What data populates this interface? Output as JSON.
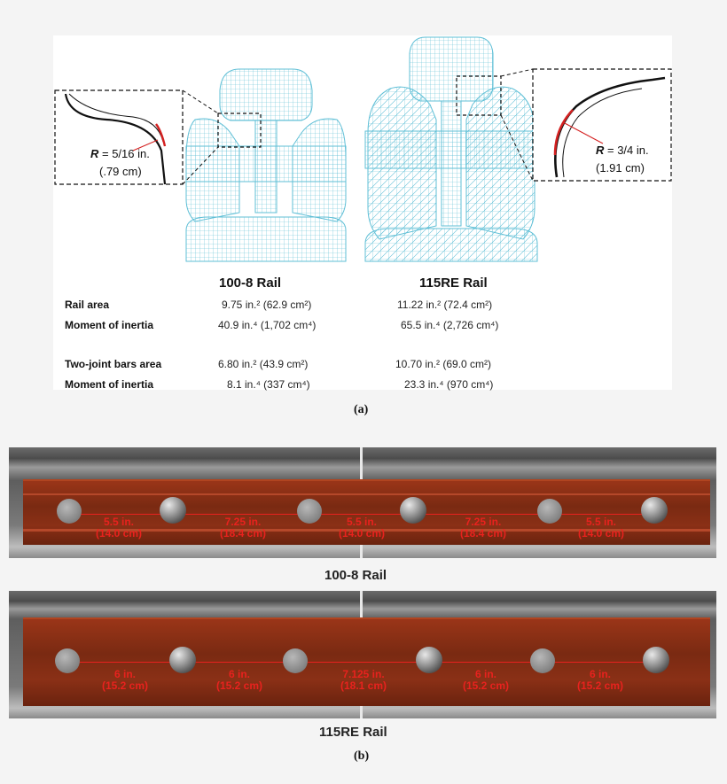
{
  "panel_a": {
    "rail_100_8": {
      "title": "100-8 Rail",
      "radius_label_prefix": "R",
      "radius_label_value": " = 5/16 in.",
      "radius_metric": "(.79 cm)",
      "rail_area": "9.75 in.² (62.9 cm²)",
      "moment_rail": "40.9 in.⁴ (1,702 cm⁴)",
      "bars_area": "6.80 in.² (43.9 cm²)",
      "moment_bars": "8.1 in.⁴ (337 cm⁴)"
    },
    "rail_115re": {
      "title": "115RE Rail",
      "radius_label_prefix": "R",
      "radius_label_value": " = 3/4 in.",
      "radius_metric": "(1.91 cm)",
      "rail_area": "11.22 in.² (72.4 cm²)",
      "moment_rail": "65.5 in.⁴ (2,726 cm⁴)",
      "bars_area": "10.70 in.² (69.0 cm²)",
      "moment_bars": "23.3 in.⁴ (970 cm⁴)"
    },
    "labels": {
      "rail_area": "Rail area",
      "moment_of_inertia": "Moment of inertia",
      "two_joint_bars_area": "Two-joint bars area",
      "moment_of_inertia_2": "Moment of inertia"
    },
    "caption": "(a)"
  },
  "panel_b": {
    "rail_100_8": {
      "name": "100-8 Rail",
      "spacings": [
        {
          "in": "5.5 in.",
          "cm": "(14.0 cm)"
        },
        {
          "in": "7.25 in.",
          "cm": "(18.4 cm)"
        },
        {
          "in": "5.5 in.",
          "cm": "(14.0 cm)"
        },
        {
          "in": "7.25 in.",
          "cm": "(18.4 cm)"
        },
        {
          "in": "5.5 in.",
          "cm": "(14.0 cm)"
        }
      ]
    },
    "rail_115re": {
      "name": "115RE Rail",
      "spacings": [
        {
          "in": "6 in.",
          "cm": "(15.2 cm)"
        },
        {
          "in": "6 in.",
          "cm": "(15.2 cm)"
        },
        {
          "in": "7.125 in.",
          "cm": "(18.1 cm)"
        },
        {
          "in": "6 in.",
          "cm": "(15.2 cm)"
        },
        {
          "in": "6 in.",
          "cm": "(15.2 cm)"
        }
      ]
    },
    "caption": "(b)"
  },
  "colors": {
    "mesh": "#5fbfd6",
    "joint_bar": "#8a2a12",
    "dimension": "#e8221e"
  }
}
